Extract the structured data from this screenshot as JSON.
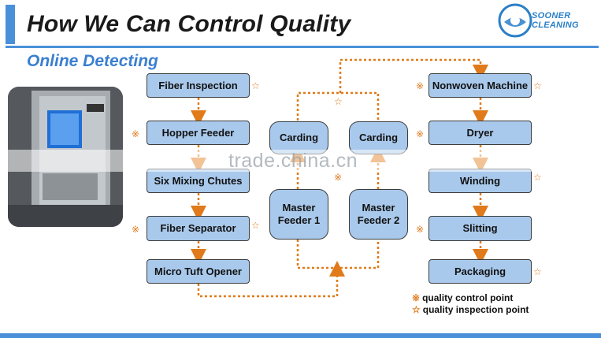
{
  "header": {
    "title": "How We Can Control Quality",
    "subtitle": "Online Detecting",
    "logo_text": "SOONER CLEANING"
  },
  "watermark": "trade.china.cn",
  "icons": {
    "control": "※",
    "inspection": "☆",
    "control_icon_name": "quality-control-point-icon",
    "inspection_icon_name": "quality-inspection-point-icon"
  },
  "colors": {
    "accent": "#4a90d9",
    "box_fill": "#a9c9ec",
    "arrow": "#e07a1a"
  },
  "left_column": [
    {
      "label": "Fiber Inspection",
      "marks": [
        "inspection"
      ]
    },
    {
      "label": "Hopper Feeder",
      "marks": [
        "control"
      ]
    },
    {
      "label": "Six Mixing Chutes",
      "marks": []
    },
    {
      "label": "Fiber Separator",
      "marks": [
        "control",
        "inspection"
      ]
    },
    {
      "label": "Micro Tuft Opener",
      "marks": []
    }
  ],
  "middle_column": {
    "line_1": [
      {
        "label": "Carding"
      },
      {
        "label": "Master Feeder 1"
      }
    ],
    "line_2": [
      {
        "label": "Carding"
      },
      {
        "label": "Master Feeder 2"
      }
    ],
    "marks": [
      "inspection",
      "control"
    ]
  },
  "right_column": [
    {
      "label": "Nonwoven Machine",
      "marks": [
        "control",
        "inspection"
      ]
    },
    {
      "label": "Dryer",
      "marks": [
        "control"
      ]
    },
    {
      "label": "Winding",
      "marks": [
        "inspection"
      ]
    },
    {
      "label": "Slitting",
      "marks": [
        "control"
      ]
    },
    {
      "label": "Packaging",
      "marks": [
        "inspection"
      ]
    }
  ],
  "legend": [
    {
      "symbol": "※",
      "label": "quality control point"
    },
    {
      "symbol": "☆",
      "label": "quality inspection point"
    }
  ]
}
